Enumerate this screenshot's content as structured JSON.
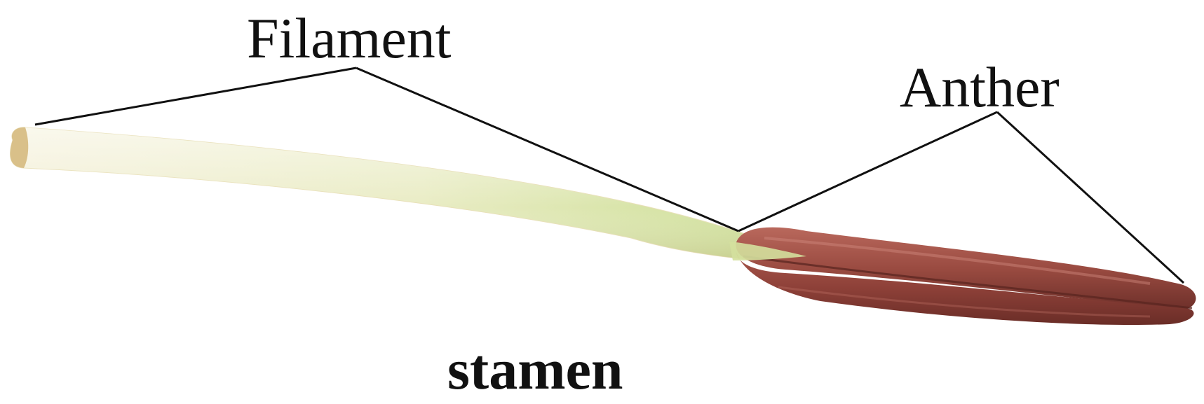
{
  "labels": {
    "filament": "Filament",
    "anther": "Anther",
    "caption": "stamen"
  },
  "colors": {
    "background": "#ffffff",
    "leader_line": "#111111",
    "filament_light": "#f1eed6",
    "filament_green": "#d7e3a3",
    "filament_tip": "#d8c08a",
    "anther_dark": "#7a3a32",
    "anther_mid": "#9c4a40",
    "anther_light": "#b86d62"
  }
}
